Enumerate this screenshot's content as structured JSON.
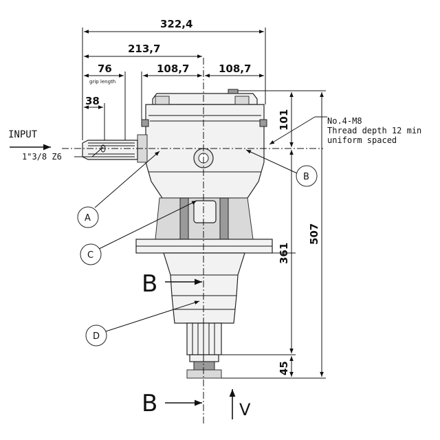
{
  "dimensions": {
    "overall_width": "322,4",
    "input_offset": "213,7",
    "grip_length": "76",
    "grip_length_caption": "grip length",
    "left_half": "108,7",
    "right_half": "108,7",
    "spline_length": "38",
    "top_to_axis": "101",
    "axis_to_mount": "361",
    "overall_height": "507",
    "output_shaft": "45"
  },
  "labels": {
    "input": "INPUT",
    "shaft_spec": "1\"3/8 Z6",
    "note_line1": "No.4-M8",
    "note_line2": "Thread depth 12 min",
    "note_line3": "uniform spaced",
    "section_top": "B",
    "section_bottom": "B",
    "view": "V"
  },
  "callouts": [
    "A",
    "B",
    "C",
    "D"
  ]
}
